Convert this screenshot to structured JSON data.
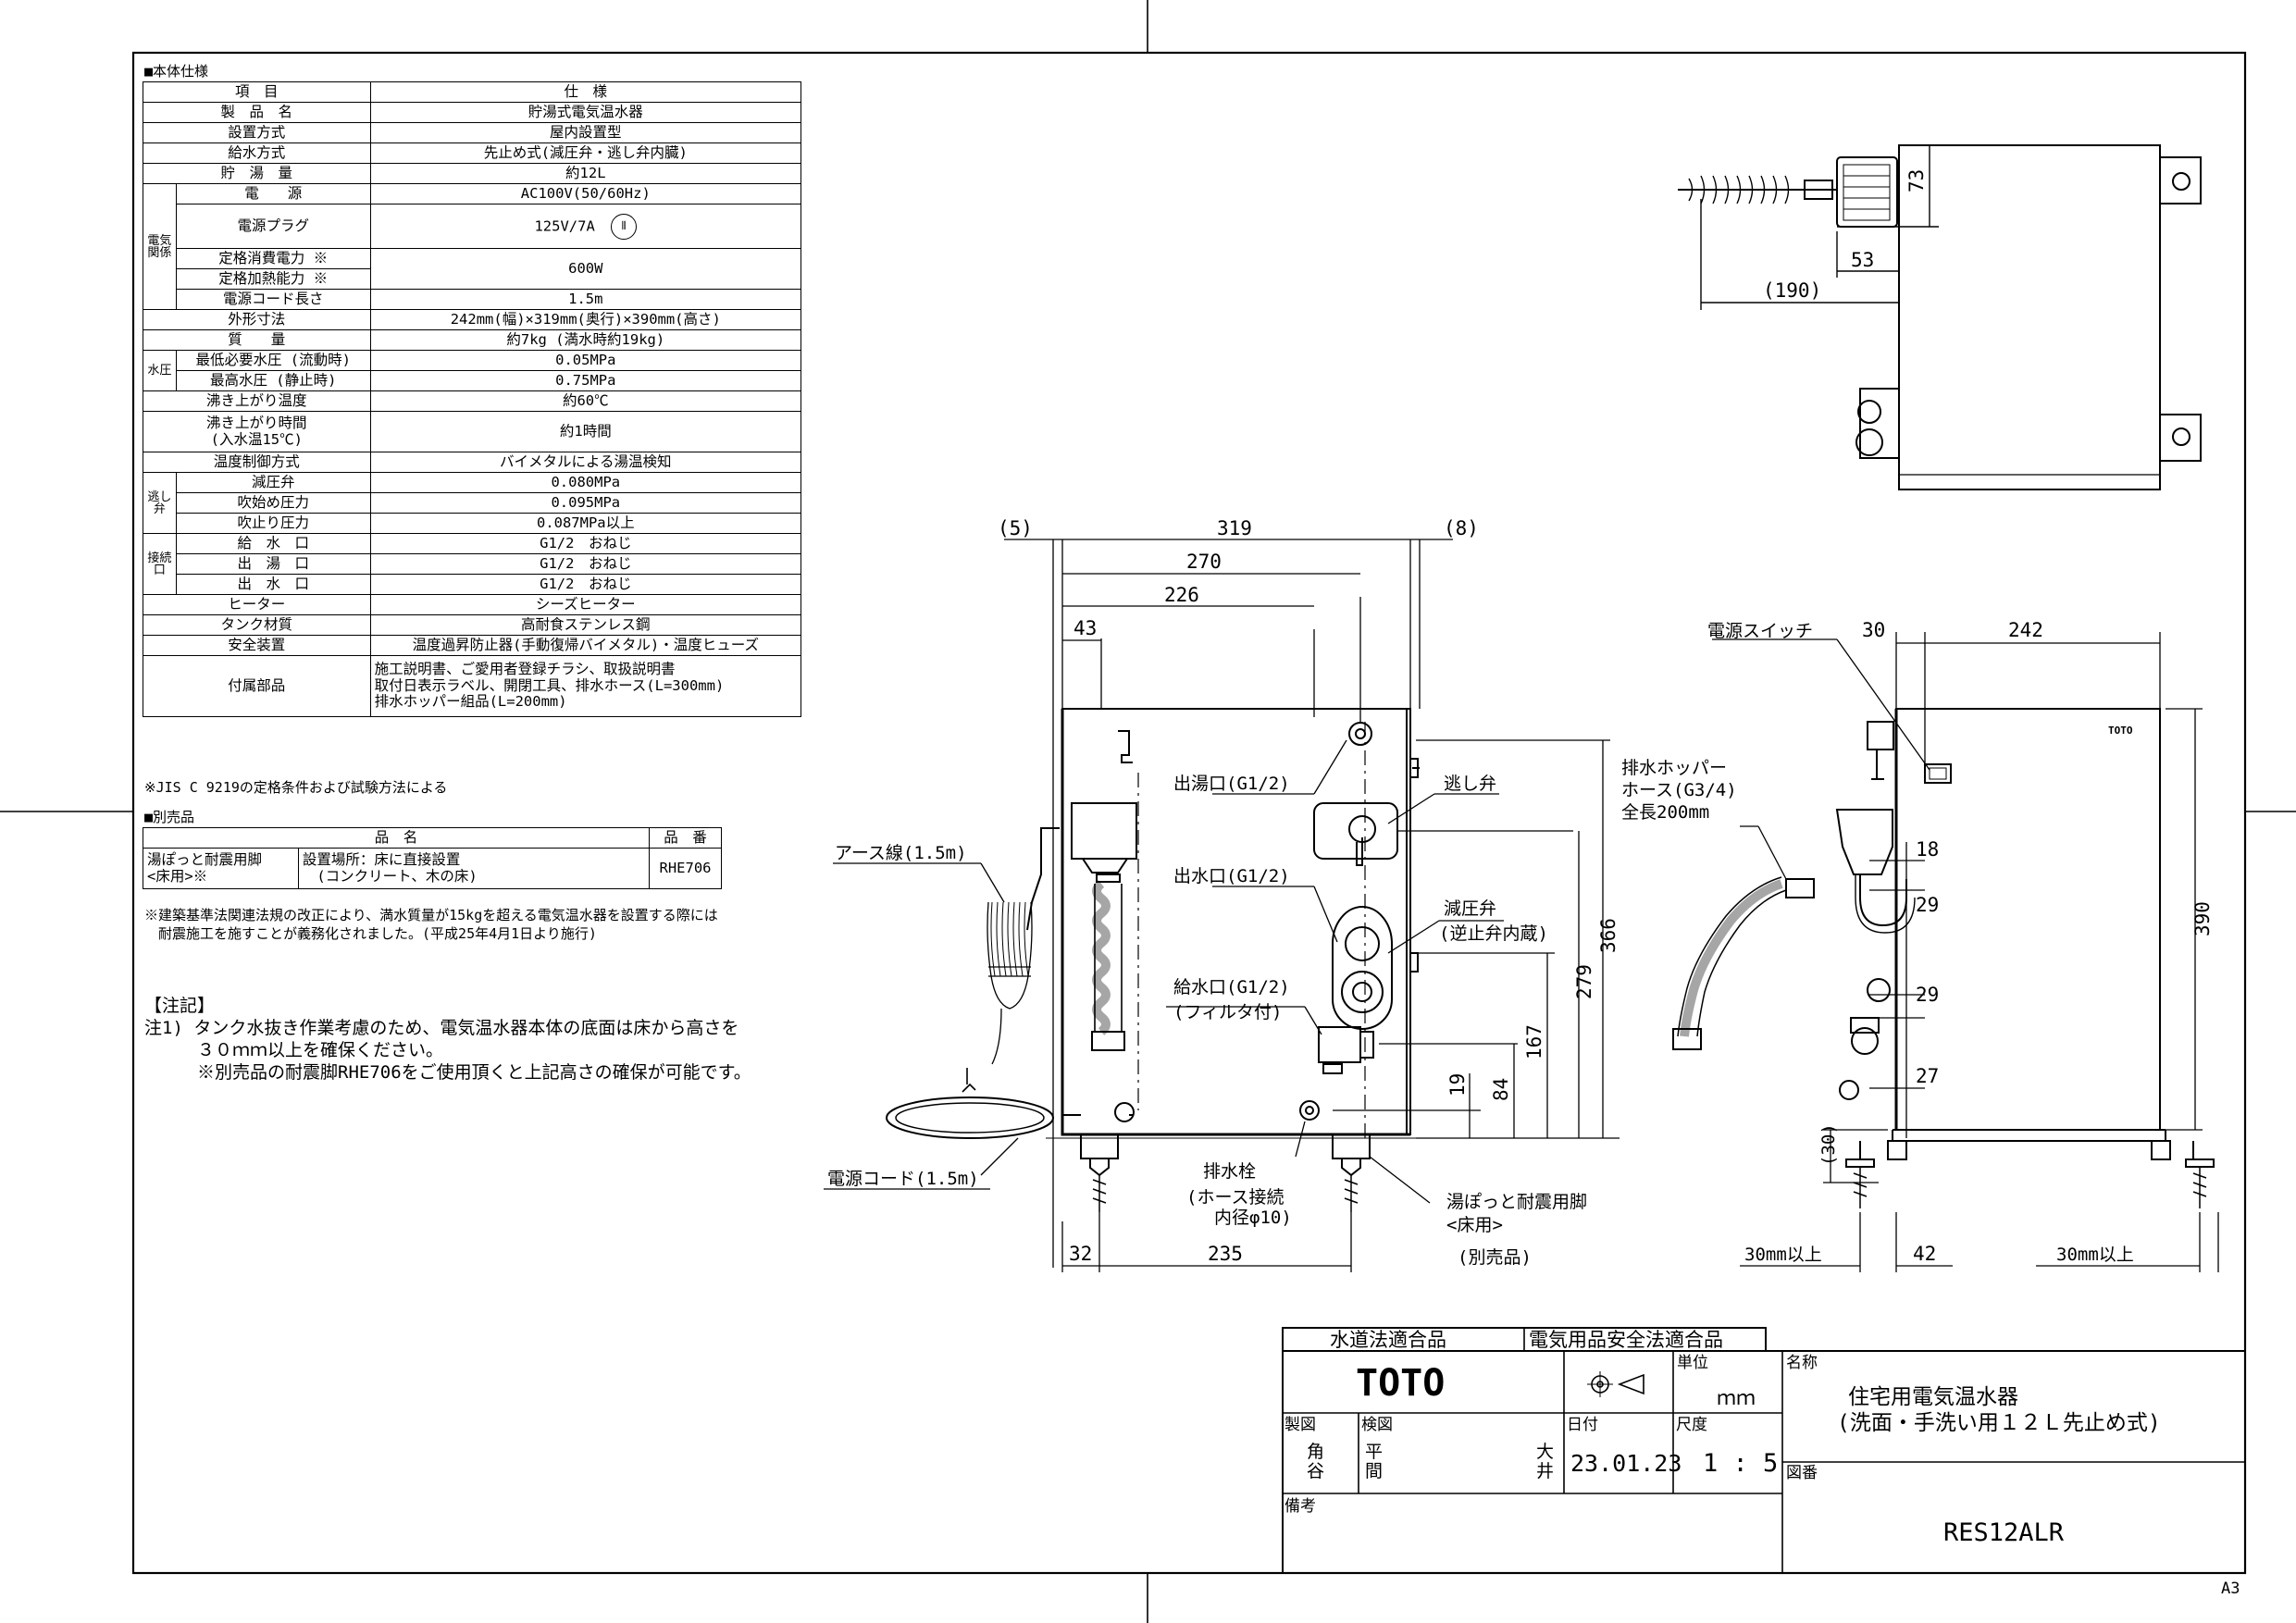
{
  "spec": {
    "heading": "■本体仕様",
    "header": [
      "項　目",
      "仕　様"
    ],
    "rows": {
      "r01": [
        "製　品　名",
        "貯湯式電気温水器"
      ],
      "r02": [
        "設置方式",
        "屋内設置型"
      ],
      "r03": [
        "給水方式",
        "先止め式(減圧弁・逃し弁内臓)"
      ],
      "r04": [
        "貯　湯　量",
        "約12L"
      ],
      "r05": [
        "電　　源",
        "AC100V(50/60Hz)"
      ],
      "r06": [
        "電源プラグ",
        "125V/7A"
      ],
      "r07": [
        "定格消費電力 ※",
        "600W"
      ],
      "r08": [
        "定格加熱能力 ※",
        ""
      ],
      "r09": [
        "電源コード長さ",
        "1.5m"
      ],
      "r10": [
        "外形寸法",
        "242mm(幅)×319mm(奥行)×390mm(高さ)"
      ],
      "r11": [
        "質　　量",
        "約7kg (満水時約19kg)"
      ],
      "r12": [
        "最低必要水圧 (流動時)",
        "0.05MPa"
      ],
      "r13": [
        "最高水圧 (静止時)",
        "0.75MPa"
      ],
      "r14": [
        "沸き上がり温度",
        "約60℃"
      ],
      "r15": [
        "沸き上がり時間\n(入水温15℃)",
        "約1時間"
      ],
      "r16": [
        "温度制御方式",
        "バイメタルによる湯温検知"
      ],
      "r17": [
        "減圧弁",
        "0.080MPa"
      ],
      "r18": [
        "吹始め圧力",
        "0.095MPa"
      ],
      "r19": [
        "吹止り圧力",
        "0.087MPa以上"
      ],
      "r20": [
        "給　水　口",
        "G1/2　おねじ"
      ],
      "r21": [
        "出　湯　口",
        "G1/2　おねじ"
      ],
      "r22": [
        "出　水　口",
        "G1/2　おねじ"
      ],
      "r23": [
        "ヒーター",
        "シーズヒーター"
      ],
      "r24": [
        "タンク材質",
        "高耐食ステンレス鋼"
      ],
      "r25": [
        "安全装置",
        "温度過昇防止器(手動復帰バイメタル)・温度ヒューズ"
      ],
      "r26": [
        "付属部品",
        "施工説明書、ご愛用者登録チラシ、取扱説明書\n取付日表示ラベル、開閉工具、排水ホース(L=300mm)\n排水ホッパー組品(L=200mm)"
      ]
    },
    "groups": {
      "electric": "電気関係",
      "water": "水圧",
      "relief": "逃し弁",
      "conn": "接続口"
    },
    "footnote": "※JIS C 9219の定格条件および試験方法による"
  },
  "options": {
    "heading": "■別売品",
    "header": [
      "品　名",
      "品　番"
    ],
    "name": "湯ぽっと耐震用脚\n<床用>※",
    "place": "設置場所：床に直接設置\n　(コンクリート、木の床)",
    "code": "RHE706"
  },
  "law_note": [
    "※建築基準法関連法規の改正により、満水質量が15kgを超える電気温水器を設置する際には",
    "　耐震施工を施すことが義務化されました。(平成25年4月1日より施行)"
  ],
  "notes": {
    "heading": "【注記】",
    "l1": "注1) タンク水抜き作業考慮のため、電気温水器本体の底面は床から高さを",
    "l2": "　　　３０ｍｍ以上を確保ください。",
    "l3": "　　　※別売品の耐震脚RHE706をご使用頂くと上記高さの確保が可能です。"
  },
  "top_view": {
    "d73": "73",
    "d53": "53",
    "d190": "(190)"
  },
  "front_view": {
    "d5": "(5)",
    "d319": "319",
    "d8": "(8)",
    "d270": "270",
    "d226": "226",
    "d43": "43",
    "d366": "366",
    "d279": "279",
    "d167": "167",
    "d84": "84",
    "d19": "19",
    "d32": "32",
    "d235": "235",
    "l_outlet_hot": "出湯口(G1/2)",
    "l_relief": "逃し弁",
    "l_outlet_water": "出水口(G1/2)",
    "l_reducer": "減圧弁",
    "l_reducer2": "(逆止弁内蔵)",
    "l_inlet": "給水口(G1/2)",
    "l_inlet2": "(フィルタ付)",
    "l_earth": "アース線(1.5m)",
    "l_cord": "電源コード(1.5m)",
    "l_drain": "排水栓",
    "l_drain2": "(ホース接続",
    "l_drain3": "内径φ10)",
    "l_leg": "湯ぽっと耐震用脚",
    "l_leg2": "<床用>",
    "l_leg3": "(別売品)"
  },
  "side_view": {
    "l_switch": "電源スイッチ",
    "d30": "30",
    "d242": "242",
    "logo": "TOTO",
    "l_hopper1": "排水ホッパー",
    "l_hopper2": "ホース(G3/4)",
    "l_hopper3": "全長200mm",
    "d18": "18",
    "d29a": "29",
    "d29b": "29",
    "d27": "27",
    "d390": "390",
    "d30b": "(30)",
    "l_30a": "30mm以上",
    "d42": "42",
    "l_30b": "30mm以上"
  },
  "title_block": {
    "cert1": "水道法適合品",
    "cert2": "電気用品安全法適合品",
    "logo": "TOTO",
    "unit_label": "単位",
    "unit": "ｍｍ",
    "name_label": "名称",
    "name1": "住宅用電気温水器",
    "name2": "(洗面・手洗い用１２Ｌ先止め式)",
    "drawn_label": "製図",
    "check_label": "検図",
    "date_label": "日付",
    "scale_label": "尺度",
    "drawn1": "角",
    "drawn2": "谷",
    "check1": "平",
    "check2": "間",
    "check3": "大",
    "check4": "井",
    "date": "23.01.23",
    "scale": "1 : 5",
    "dwg_label": "図番",
    "dwg": "RES12ALR",
    "remarks_label": "備考"
  },
  "sheet_size": "A3"
}
